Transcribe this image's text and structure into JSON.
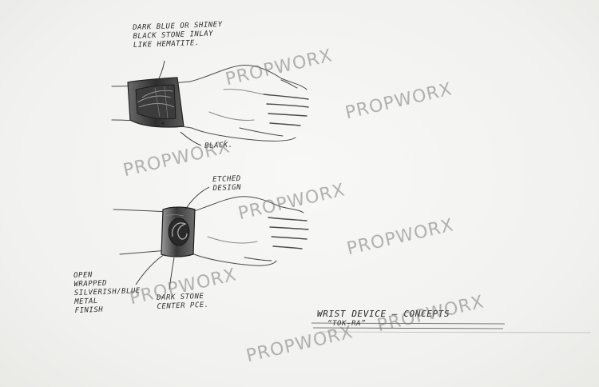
{
  "annotations": {
    "top_stone": "DARK BLUE OR SHINEY\nBLACK STONE INLAY\nLIKE HEMATITE.",
    "top_black": "BLACK.",
    "etched": "ETCHED\nDESIGN",
    "metal_finish": "OPEN\nWRAPPED\nSILVERISH/BLUE\nMETAL\nFINISH",
    "center_stone": "DARK STONE\nCENTER PCE."
  },
  "title": {
    "main": "WRIST DEVICE – CONCEPTS",
    "subtitle": "“TOK-RA”"
  },
  "watermarks": [
    "PROPWORX",
    "PROPWORX",
    "PROPWORX",
    "PROPWORX",
    "PROPWORX",
    "PROPWORX",
    "PROPWORX",
    "PROPWORX"
  ]
}
